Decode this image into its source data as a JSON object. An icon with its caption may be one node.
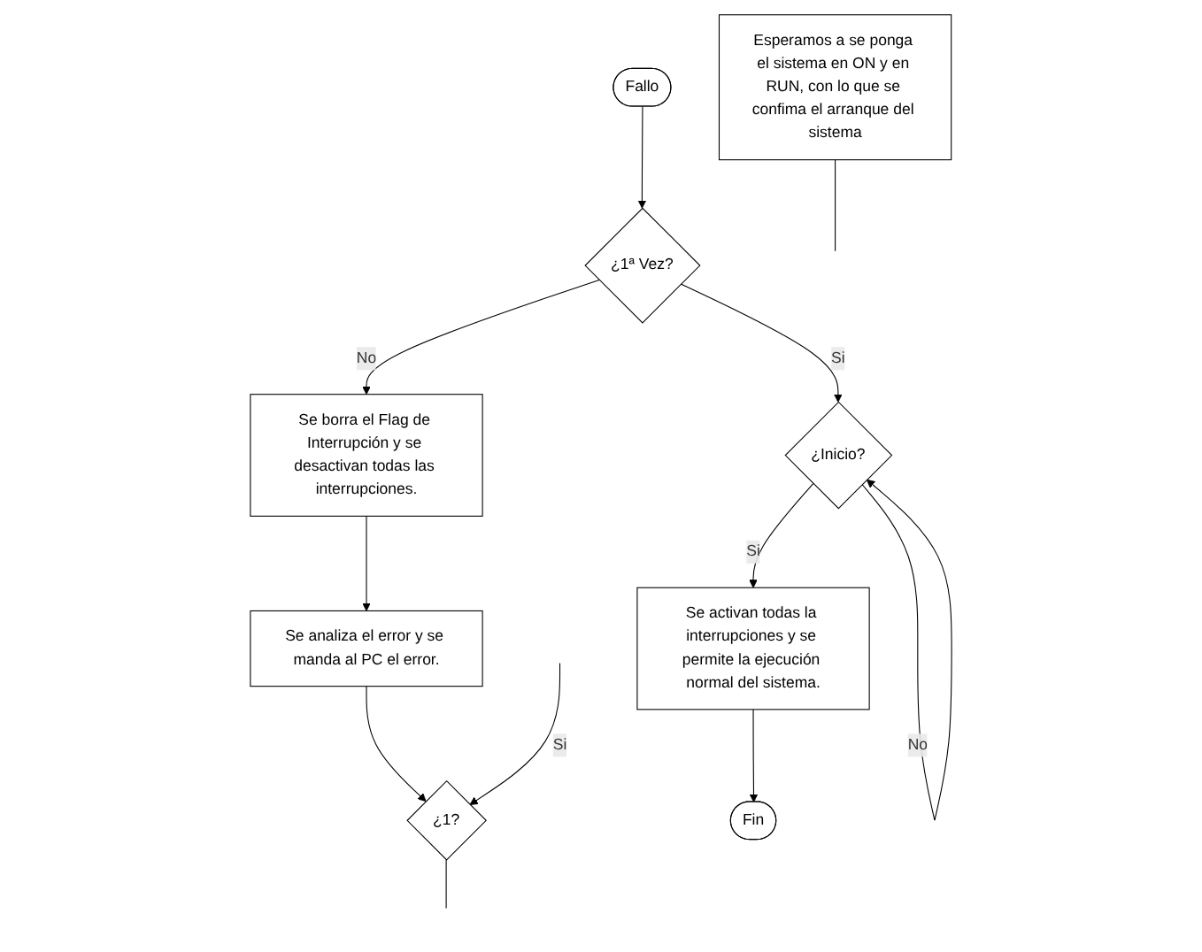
{
  "diagram": {
    "nodes": [
      {
        "text": [
          "Fallo"
        ]
      },
      {
        "text": [
          "¿1ª Vez?"
        ]
      },
      {
        "text": [
          "Se borra el Flag de Interrupción y se desactivan todas las interrupciones."
        ]
      },
      {
        "text": [
          "Se analiza el error y se manda al PC el error."
        ]
      },
      {
        "text": [
          "¿1?"
        ]
      },
      {
        "text": [
          "Esperamos a se ponga el sistema en ON y en RUN, con lo que se confima el arranque del sistema"
        ]
      },
      {
        "text": [
          "¿Inicio?"
        ]
      },
      {
        "text": [
          "Se activan todas la interrupciones y se permite la ejecución normal del sistema."
        ]
      },
      {
        "text": [
          "Fin"
        ]
      }
    ],
    "edges": [
      {
        "from": 0,
        "to": 1,
        "arrow": "to"
      },
      {
        "from": 1,
        "to": 2,
        "label": "No",
        "arrow": "to"
      },
      {
        "from": 1,
        "to": 6,
        "label": "Si",
        "arrow": "to"
      },
      {
        "from": 5,
        "to": null,
        "arrow": "none"
      },
      {
        "from": 6,
        "to": 6,
        "label": "No",
        "arrow": "to"
      },
      {
        "from": 6,
        "to": 7,
        "label": "Si",
        "arrow": "to"
      },
      {
        "from": 7,
        "to": 8,
        "arrow": "to"
      },
      {
        "from": 2,
        "to": 3,
        "arrow": "to"
      },
      {
        "from": 3,
        "to": 4,
        "arrow": "to"
      },
      {
        "from": null,
        "to": 4,
        "label": "Si",
        "arrow": "to"
      },
      {
        "from": 4,
        "to": null,
        "arrow": "none"
      }
    ]
  }
}
